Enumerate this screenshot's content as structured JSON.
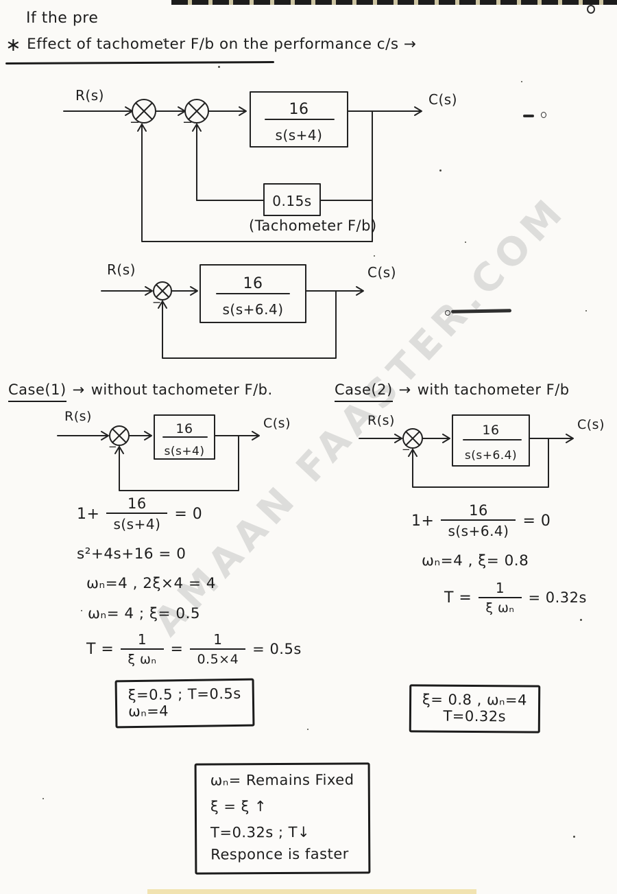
{
  "page": {
    "note": "If the pre",
    "star": "∗",
    "title": "Effect of tachometer F/b on the performance c/s →"
  },
  "watermark": "AMAAN FAASTER.COM",
  "d1": {
    "r": "R(s)",
    "c": "C(s)",
    "num": "16",
    "den": "s(s+4)",
    "minus1": "−",
    "minus2": "−",
    "fb": "0.15s",
    "fb_caption": "(Tachometer F/b)"
  },
  "d2": {
    "r": "R(s)",
    "c": "C(s)",
    "num": "16",
    "den": "s(s+6.4)",
    "minus": "−"
  },
  "case1": {
    "label": "Case(1)",
    "arrow": "→",
    "rest": "without tachometer F/b.",
    "diag": {
      "r": "R(s)",
      "c": "C(s)",
      "num": "16",
      "den": "s(s+4)",
      "minus": "−"
    },
    "eq1": {
      "lhs": "1+",
      "num": "16",
      "den": "s(s+4)",
      "rhs": "= 0"
    },
    "eq2": "s²+4s+16 = 0",
    "eq3": "ωₙ=4 ,  2ξ×4 = 4",
    "eq4": "ωₙ= 4 ;   ξ= 0.5",
    "eq5": {
      "lhs": "T =",
      "f1num": "1",
      "f1den": "ξ ωₙ",
      "mid": "=",
      "f2num": "1",
      "f2den": "0.5×4",
      "rhs": "= 0.5s"
    },
    "box": {
      "line1": "ξ=0.5   ; T=0.5s",
      "line2": "ωₙ=4"
    }
  },
  "case2": {
    "label": "Case(2)",
    "arrow": "→",
    "rest": "with tachometer F/b",
    "diag": {
      "r": "R(s)",
      "c": "C(s)",
      "num": "16",
      "den": "s(s+6.4)",
      "minus": "−"
    },
    "eq1": {
      "lhs": "1+",
      "num": "16",
      "den": "s(s+6.4)",
      "rhs": "= 0"
    },
    "eq2": "ωₙ=4 ,  ξ= 0.8",
    "eq3": {
      "lhs": "T =",
      "fnum": "1",
      "fden": "ξ ωₙ",
      "rhs": "= 0.32s"
    },
    "box": {
      "line1": "ξ= 0.8 ,  ωₙ=4",
      "line2": "T=0.32s"
    }
  },
  "conclusion": {
    "line1": "ωₙ=  Remains Fixed",
    "line2": "ξ =   ξ ↑",
    "line3": "T=0.32s ;  T↓",
    "line4": "Responce is faster"
  }
}
